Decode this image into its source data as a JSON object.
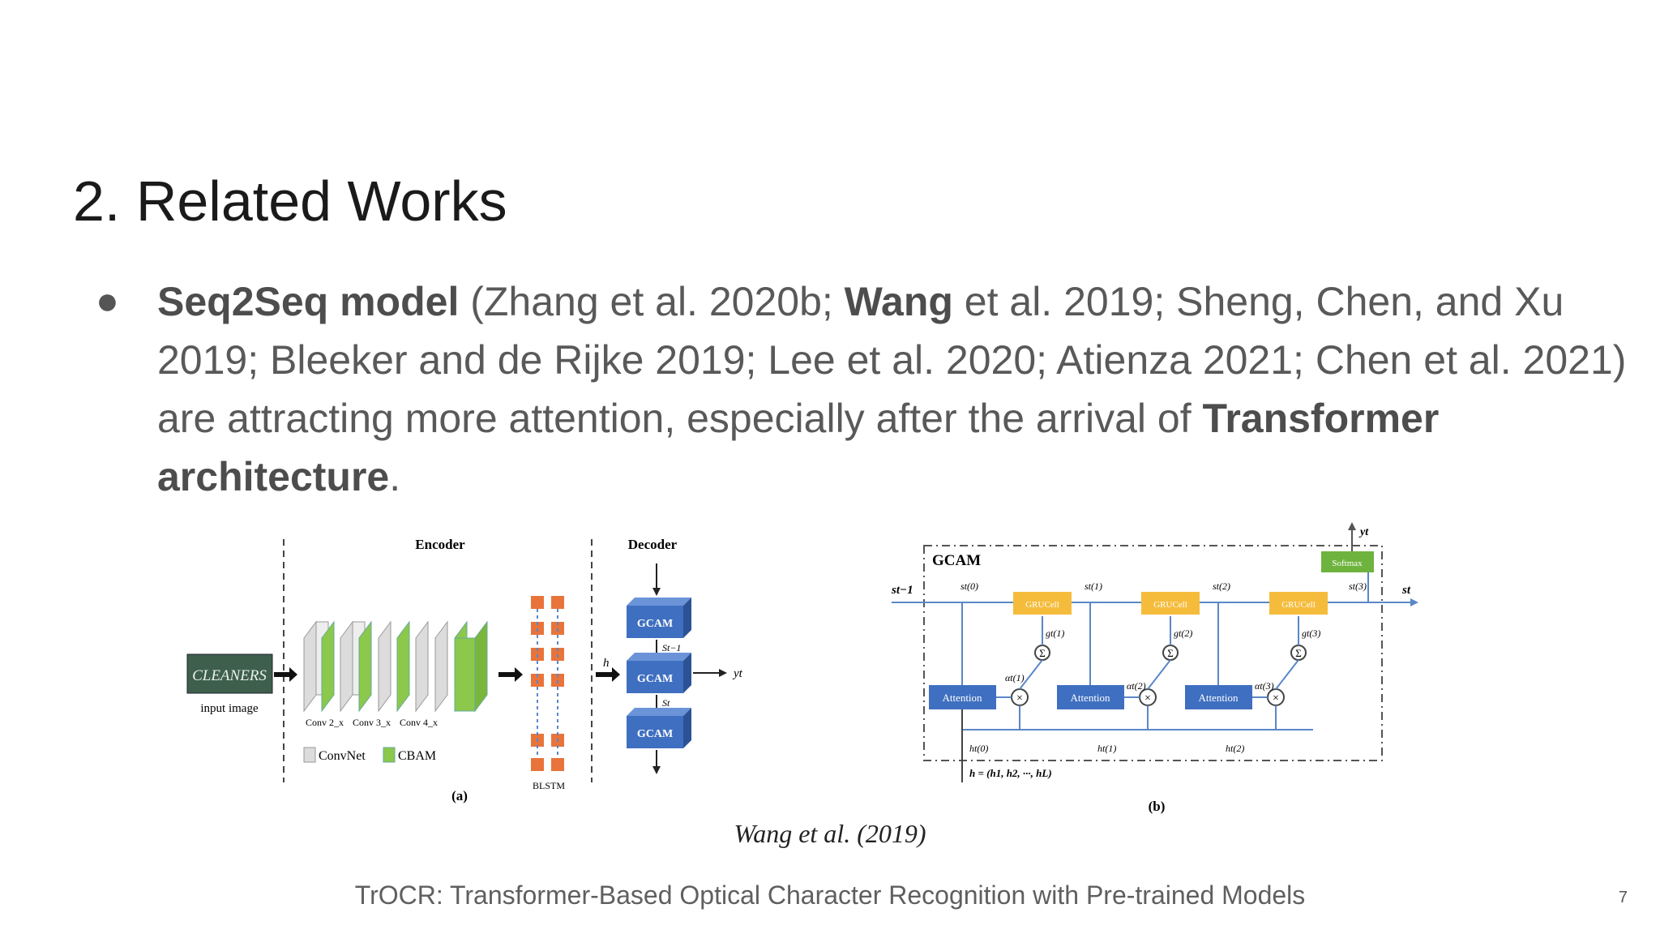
{
  "slide": {
    "title": "2. Related Works",
    "bullet": {
      "bold1": "Seq2Seq model",
      "text1": " (Zhang et al. 2020b; ",
      "bold2": "Wang",
      "text2": " et al. 2019; Sheng, Chen, and Xu 2019; Bleeker and de Rijke 2019; Lee et al. 2020; Atienza 2021; Chen et al. 2021) are attracting more attention, especially after the arrival of ",
      "bold3": "Transformer architecture",
      "text3": "."
    },
    "figure_a": {
      "encoder": "Encoder",
      "decoder": "Decoder",
      "input_word": "CLEANERS",
      "input_label": "input image",
      "conv2": "Conv 2_x",
      "conv3": "Conv 3_x",
      "conv4": "Conv 4_x",
      "legend_convnet": "ConvNet",
      "legend_cbam": "CBAM",
      "blstm": "BLSTM",
      "h": "h",
      "gcam": "GCAM",
      "s_prev": "St−1",
      "s_t": "St",
      "y_t": "yt",
      "label": "(a)"
    },
    "figure_b": {
      "title": "GCAM",
      "softmax": "Softmax",
      "grucell": "GRUCell",
      "attention": "Attention",
      "s_in": "st−1",
      "s_out": "st",
      "y": "yt",
      "s0": "st(0)",
      "s1": "st(1)",
      "s2": "st(2)",
      "s3": "st(3)",
      "g1": "gt(1)",
      "g2": "gt(2)",
      "g3": "gt(3)",
      "a1": "αt(1)",
      "a2": "αt(2)",
      "a3": "αt(3)",
      "h0": "ht(0)",
      "h1": "ht(1)",
      "h2": "ht(2)",
      "h_seq": "h = (h1, h2, ···, hL)",
      "label": "(b)"
    },
    "caption": "Wang et al. (2019)",
    "footer": "TrOCR: Transformer-Based Optical Character Recognition with Pre-trained Models",
    "page_number": "7"
  },
  "colors": {
    "gcam_blue": "#3f6fc0",
    "cbam_green": "#8cc84b",
    "gru_orange": "#f5bc3c",
    "softmax_green": "#6fb33f",
    "blstm_orange": "#e8743b"
  }
}
